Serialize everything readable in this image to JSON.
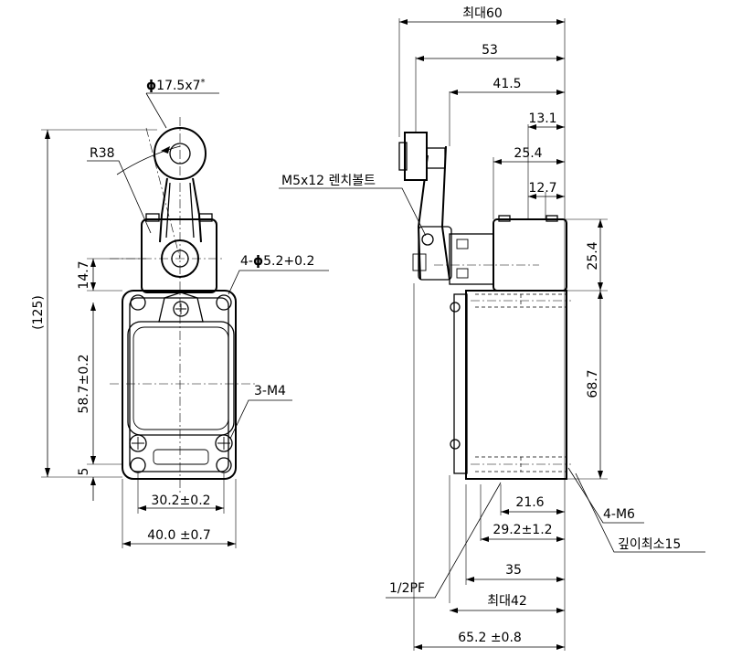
{
  "front_view": {
    "roller_dim": "17.5x7",
    "roller_mark": "*",
    "radius": "R38",
    "mount_holes": "4-",
    "mount_hole_dia": "5.2",
    "mount_tol": "+0.2",
    "screws": "3-M4",
    "overall_height": "(125)",
    "height_top": "14.7",
    "height_mid": "58.7",
    "height_mid_tol": "±0.2",
    "height_bottom": "5",
    "hole_pitch": "30.2",
    "hole_pitch_tol": "±0.2",
    "body_width": "40.0",
    "body_width_tol": "±0.7"
  },
  "side_view": {
    "max_width": "최대60",
    "w53": "53",
    "w41_5": "41.5",
    "w13_1": "13.1",
    "w25_4": "25.4",
    "bolt": "M5x12 렌치볼트",
    "w12_7": "12.7",
    "h25_4": "25.4",
    "h68_7": "68.7",
    "d21_6": "21.6",
    "d29_2": "29.2",
    "d29_2_tol": "±1.2",
    "thread": "4-M6",
    "depth": "깊이최소15",
    "port": "1/2PF",
    "d35": "35",
    "max_depth": "최대42",
    "d65_2": "65.2",
    "d65_2_tol": "±0.8"
  }
}
